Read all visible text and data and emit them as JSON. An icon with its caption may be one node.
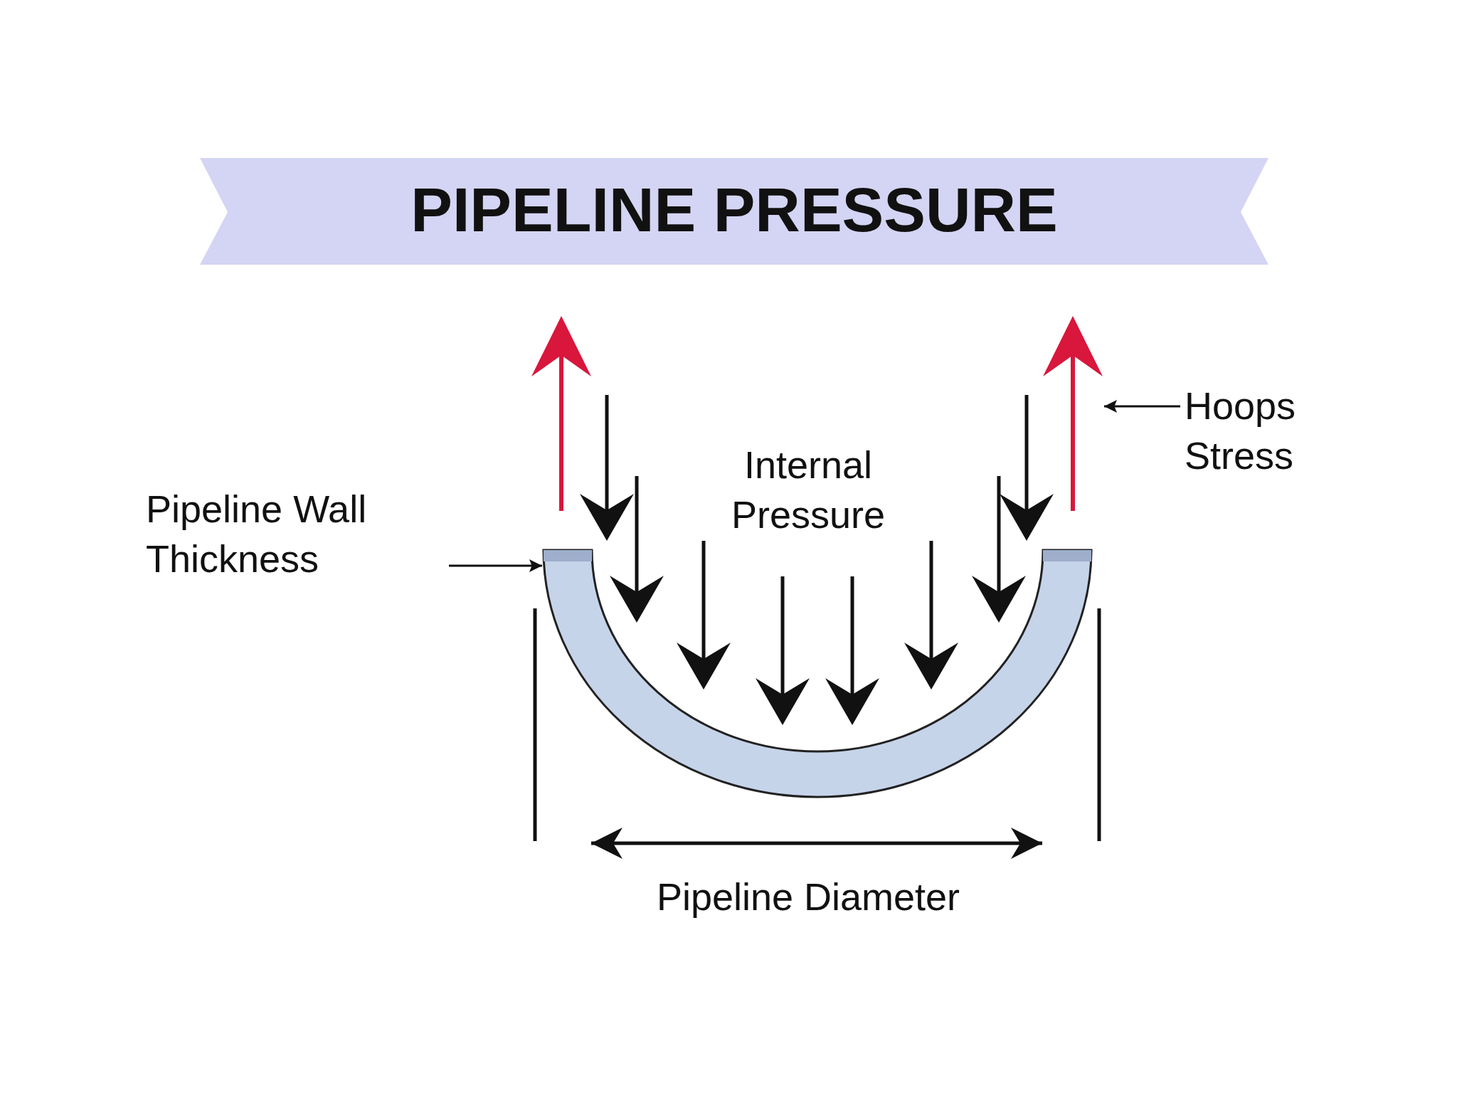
{
  "diagram": {
    "title": "PIPELINE PRESSURE",
    "nodes": [
      {
        "text": [
          "Pipeline Wall Thickness"
        ]
      },
      {
        "text": [],
        "shape": "arc"
      },
      {
        "text": [],
        "shape": "arrow"
      },
      {
        "text": [
          "Hoops Stress"
        ]
      },
      {
        "text": [],
        "shape": "arrow"
      }
    ],
    "edges": [
      {
        "from": 0,
        "to": 1,
        "arrow": "to"
      },
      {
        "from": 3,
        "to": 4,
        "arrow": "to"
      }
    ],
    "labels": [
      "Internal Pressure",
      "Pipeline Diameter"
    ]
  }
}
